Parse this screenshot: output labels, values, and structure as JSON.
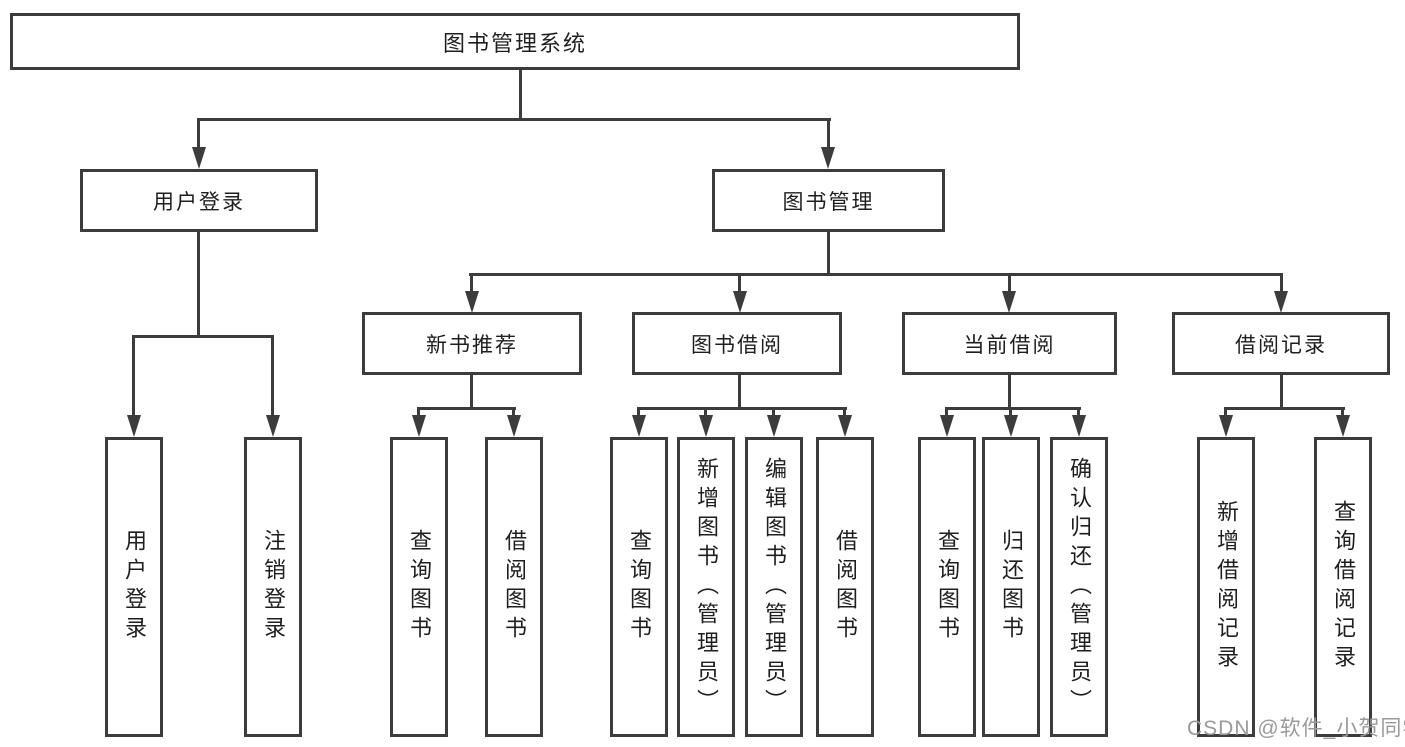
{
  "colors": {
    "line": "#3c3c3c",
    "text": "#1f1f1f",
    "watermark": "#9a9a9a",
    "background": "#ffffff"
  },
  "root": {
    "label": "图书管理系统"
  },
  "level2": [
    {
      "label": "用户登录",
      "children": [
        {
          "label": "用户登录"
        },
        {
          "label": "注销登录"
        }
      ]
    },
    {
      "label": "图书管理"
    }
  ],
  "level3": [
    {
      "label": "新书推荐",
      "children": [
        {
          "label": "查询图书"
        },
        {
          "label": "借阅图书"
        }
      ]
    },
    {
      "label": "图书借阅",
      "children": [
        {
          "label": "查询图书"
        },
        {
          "label": "新增图书（管理员）"
        },
        {
          "label": "编辑图书（管理员）"
        },
        {
          "label": "借阅图书"
        }
      ]
    },
    {
      "label": "当前借阅",
      "children": [
        {
          "label": "查询图书"
        },
        {
          "label": "归还图书"
        },
        {
          "label": "确认归还（管理员）"
        }
      ]
    },
    {
      "label": "借阅记录",
      "children": [
        {
          "label": "新增借阅记录"
        },
        {
          "label": "查询借阅记录"
        }
      ]
    }
  ],
  "watermark": {
    "text": "CSDN @软件_小贺同学"
  }
}
